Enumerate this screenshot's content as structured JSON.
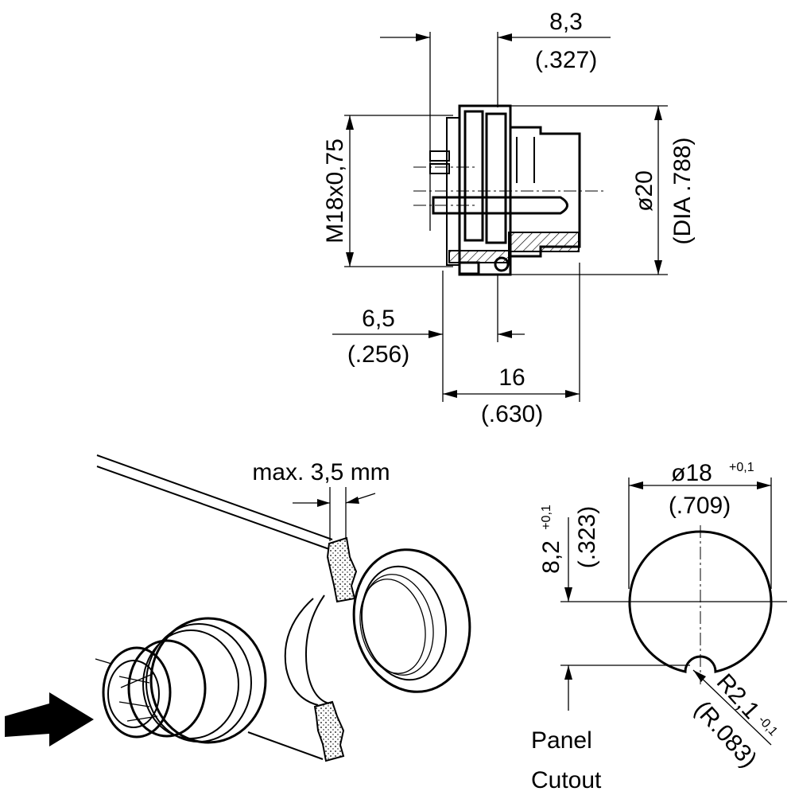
{
  "top_view": {
    "dim_top_mm": "8,3",
    "dim_top_in": "(.327)",
    "dim_thread": "M18x0,75",
    "dim_dia_mm": "ø20",
    "dim_dia_in": "(DIA .788)",
    "dim_left_mm": "6,5",
    "dim_left_in": "(.256)",
    "dim_bottom_mm": "16",
    "dim_bottom_in": "(.630)"
  },
  "assembly_view": {
    "panel_thickness": "max. 3,5 mm"
  },
  "cutout_view": {
    "dia_main": "ø18",
    "dia_tol": "+0,1",
    "dia_in": "(.709)",
    "flat_main": "8,2",
    "flat_tol": "+0,1",
    "flat_in": "(.323)",
    "radius_main": "R2,1",
    "radius_tol": "-0,1",
    "radius_in": "(R.083)",
    "label_line1": "Panel",
    "label_line2": "Cutout"
  }
}
